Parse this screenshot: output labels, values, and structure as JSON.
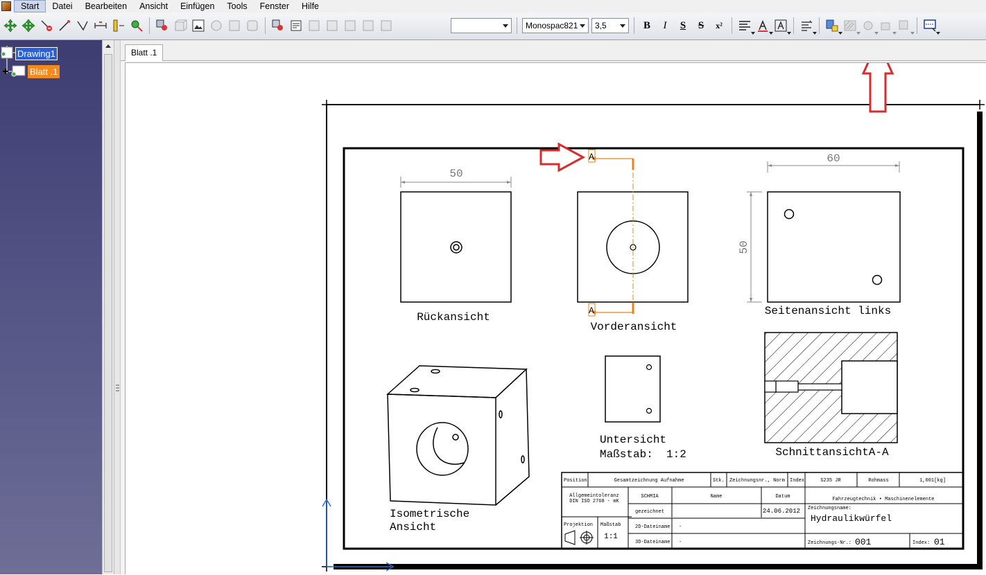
{
  "menubar": {
    "items": [
      "Start",
      "Datei",
      "Bearbeiten",
      "Ansicht",
      "Einfügen",
      "Tools",
      "Fenster",
      "Hilfe"
    ]
  },
  "toolbar": {
    "style_value": "",
    "font_value": "Monospac821",
    "size_value": "3,5",
    "bold_label": "B",
    "italic_label": "I",
    "underline_label": "S",
    "strike_label": "S",
    "superscript_label": "x²"
  },
  "tree": {
    "root_label": "Drawing1",
    "child_label": "Blatt .1"
  },
  "tabs": [
    "Blatt .1"
  ],
  "drawing": {
    "dim_back_width": "50",
    "dim_side_width": "60",
    "dim_side_height": "50",
    "section_mark": "A",
    "view_back": "Rückansicht",
    "view_front": "Vorderansicht",
    "view_side": "Seitenansicht links",
    "view_bottom": "Untersicht",
    "view_bottom_scale": "Maßstab:  1:2",
    "view_section": "SchnittansichtA-A",
    "view_iso_line1": "Isometrische",
    "view_iso_line2": "Ansicht"
  },
  "titleblock": {
    "position": "Position",
    "drawing_title": "Gesamtzeichnung Aufnahme",
    "qty": "Stk.",
    "drawing_no_norm": "Zeichnungsnr., Norm",
    "index": "Index",
    "material": "S235 JR",
    "raw_mass_label": "Rohmass",
    "mass": "1,001[kg]",
    "tolerance_line1": "Allgemeintoleranz",
    "tolerance_line2": "DIN ISO 2768 - mK",
    "author": "SCHMIA",
    "name_header": "Name",
    "date_header": "Datum",
    "department": "Fahrzeugtechnik • Maschinenelemente",
    "drawn_label": "gezeichnet",
    "drawn_date": "24.06.2012",
    "drawing_name_label": "Zeichnungsname:",
    "drawing_name": "Hydraulikwürfel",
    "projection_label": "Projektion",
    "scale_label": "Maßstab",
    "scale_value": "1:1",
    "file2d_label": "2D-Dateiname",
    "file2d_value": "-",
    "file3d_label": "3D-Dateiname",
    "file3d_value": "-",
    "drawing_number_label": "Zeichnungs-Nr.:",
    "drawing_number": "001",
    "index_label": "Index:",
    "index_value": "01"
  },
  "colors": {
    "annotation_arrow": "#d92b2b",
    "section_line": "#e8821e",
    "axis": "#2a6fd6",
    "tree_bg": "#3d3d72"
  }
}
